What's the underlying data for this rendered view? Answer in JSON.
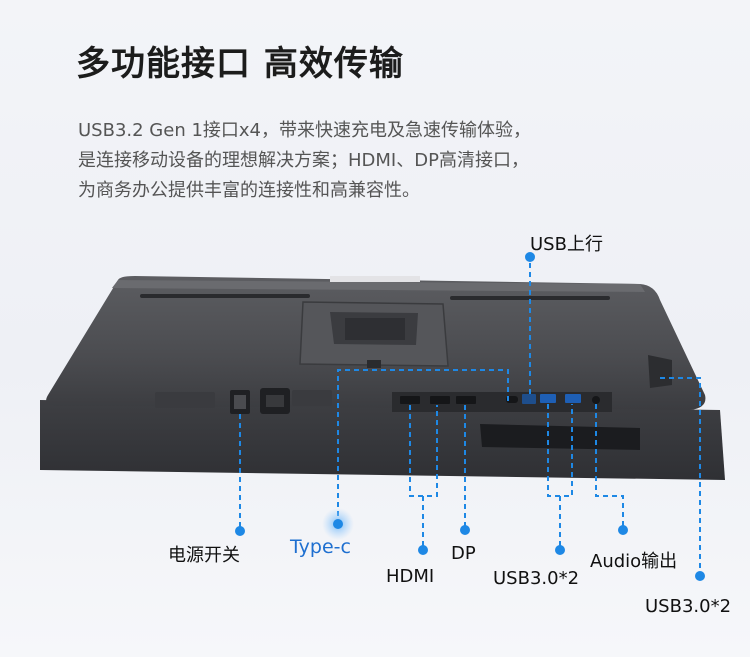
{
  "header": {
    "title": "多功能接口 高效传输"
  },
  "description": {
    "line1": "USB3.2 Gen 1接口x4，带来快速充电及急速传输体验，",
    "line2": "是连接移动设备的理想解决方案；HDMI、DP高清接口，",
    "line3": "为商务办公提供丰富的连接性和高兼容性。"
  },
  "ports": {
    "power_switch": "电源开关",
    "type_c": "Type-c",
    "hdmi": "HDMI",
    "dp": "DP",
    "usb_upstream": "USB上行",
    "usb30_a": "USB3.0*2",
    "audio_out": "Audio输出",
    "usb30_b": "USB3.0*2"
  },
  "colors": {
    "accent": "#1e88e5",
    "monitor_body": "#4a4b4e"
  }
}
